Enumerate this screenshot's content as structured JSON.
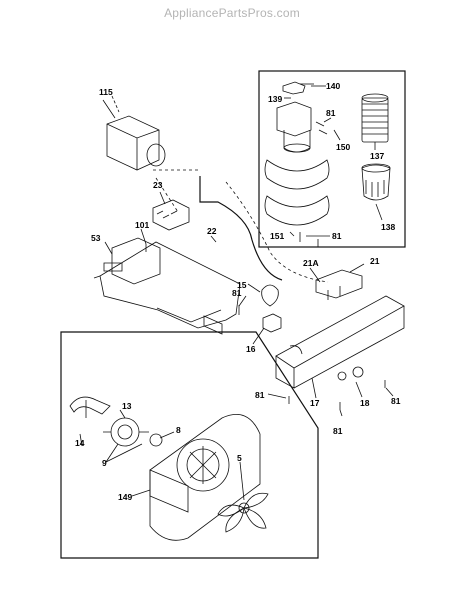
{
  "watermark": "AppliancePartsPros.com",
  "callouts": {
    "c115": "115",
    "c23": "23",
    "c101": "101",
    "c53": "53",
    "c22": "22",
    "c15": "15",
    "c81a": "81",
    "c16": "16",
    "c21a": "21A",
    "c21": "21",
    "c81b": "81",
    "c17": "17",
    "c18": "18",
    "c81c": "81",
    "c81d": "81",
    "c140": "140",
    "c139": "139",
    "c81e": "81",
    "c150": "150",
    "c137": "137",
    "c138": "138",
    "c151": "151",
    "c81f": "81",
    "c13": "13",
    "c14": "14",
    "c8": "8",
    "c9": "9",
    "c5": "5",
    "c149": "149"
  }
}
